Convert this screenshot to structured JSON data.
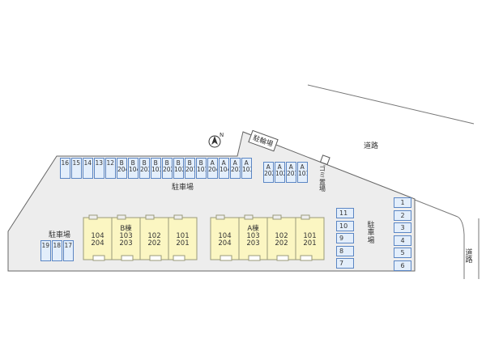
{
  "colors": {
    "ground": "#ededed",
    "ground_border": "#666666",
    "parking_fill": "#e3eefb",
    "parking_border": "#5b86c4",
    "building_fill": "#fbf6c2",
    "building_border": "#9a9a7a"
  },
  "labels": {
    "road_top": "道路",
    "road_right": "道路",
    "bicycle_parking": "駐輪場",
    "garbage": "ゴミ置場",
    "parking_center": "駐車場",
    "parking_left": "駐車場",
    "parking_right": "駐車場",
    "north_icon": "north-arrow-icon"
  },
  "top_row_slots": [
    "16",
    "15",
    "14",
    "13",
    "12",
    "B204",
    "B104",
    "B203",
    "B103",
    "B202",
    "B102",
    "B201",
    "B101",
    "A204",
    "A104",
    "A203",
    "A103"
  ],
  "top_row_slots_right": [
    "A202",
    "A102",
    "A201",
    "A101"
  ],
  "left_slots": [
    "19",
    "18",
    "17"
  ],
  "mid_right_slots": [
    "11",
    "10",
    "9",
    "8",
    "7"
  ],
  "far_right_slots": [
    "1",
    "2",
    "3",
    "4",
    "5",
    "6"
  ],
  "building_b": {
    "name": "B棟",
    "units": [
      {
        "top": "104",
        "bottom": "204"
      },
      {
        "top": "103",
        "bottom": "203"
      },
      {
        "top": "102",
        "bottom": "202"
      },
      {
        "top": "101",
        "bottom": "201"
      }
    ]
  },
  "building_a": {
    "name": "A棟",
    "units": [
      {
        "top": "104",
        "bottom": "204"
      },
      {
        "top": "103",
        "bottom": "203"
      },
      {
        "top": "102",
        "bottom": "202"
      },
      {
        "top": "101",
        "bottom": "201"
      }
    ]
  }
}
